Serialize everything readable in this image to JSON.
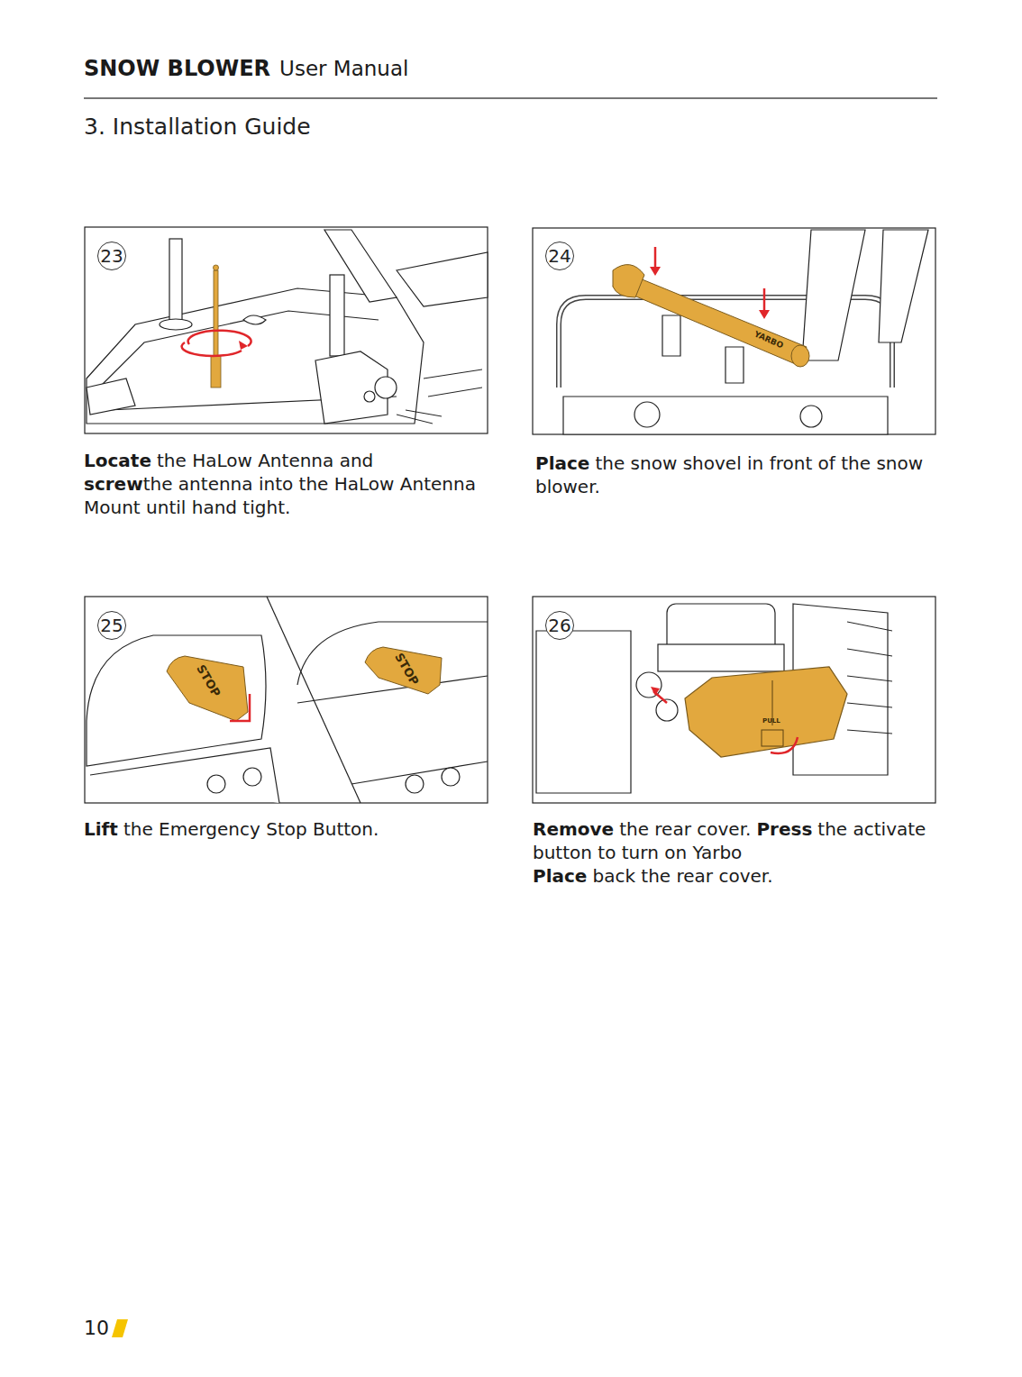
{
  "diagram": {
    "title": "3. Installation Guide",
    "nodes": [
      {
        "text": [
          "23"
        ]
      },
      {
        "text": [
          "24"
        ]
      },
      {
        "text": [
          "25"
        ]
      },
      {
        "text": [
          "26"
        ]
      }
    ],
    "labels": [
      "SNOW BLOWER",
      "User Manual",
      "Locate",
      "the HaLow Antenna and",
      "screw",
      "the antenna into the HaLow Antenna Mount until hand tight.",
      "Place",
      "the snow shovel in front of the snow blower.",
      "Lift",
      "the Emergency Stop Button.",
      "Remove",
      "the rear cover.",
      "Press",
      "the activate button to turn on Yarbo",
      "Place",
      "back the rear cover.",
      "YARBO",
      "STOP",
      "STOP",
      "PULL",
      "10"
    ]
  }
}
